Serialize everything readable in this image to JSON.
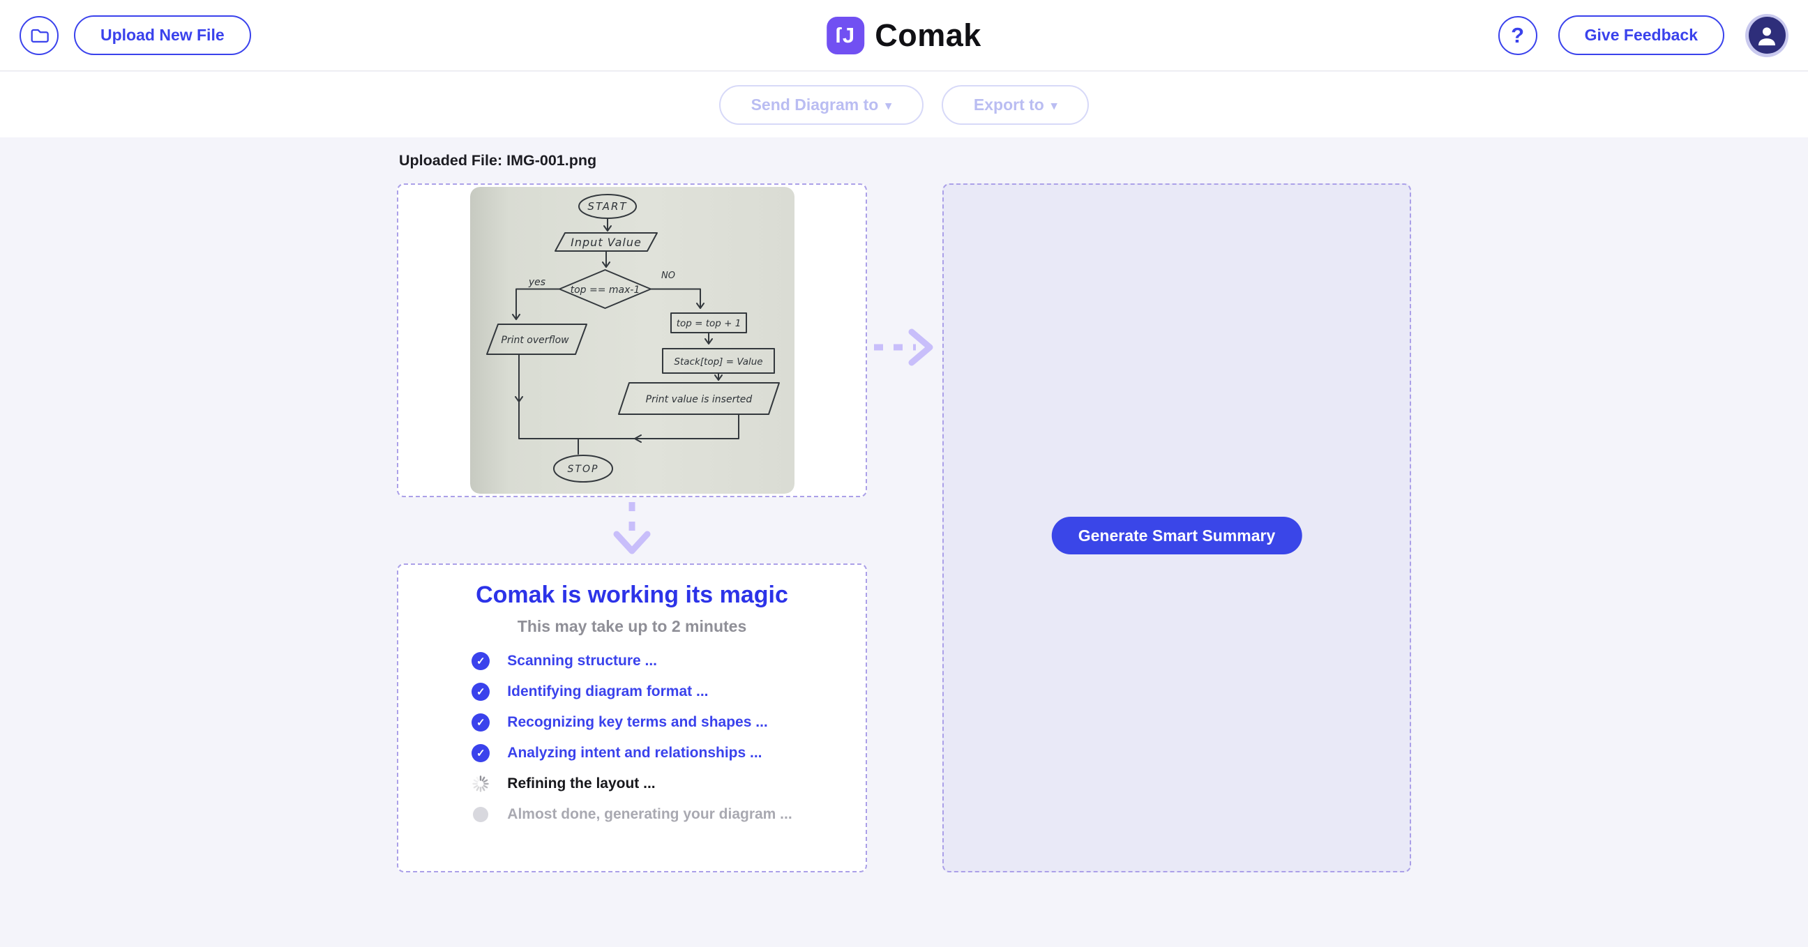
{
  "header": {
    "upload_button": "Upload New File",
    "brand": "Comak",
    "logo_glyph": "ſJ",
    "help_label": "?",
    "feedback_button": "Give Feedback"
  },
  "toolbar": {
    "send_diagram_label": "Send Diagram to",
    "export_label": "Export to",
    "caret": "▾"
  },
  "main": {
    "uploaded_file_label": "Uploaded File: IMG-001.png",
    "summary_button": "Generate Smart Summary",
    "progress": {
      "title": "Comak is working its magic",
      "subtitle": "This may take up to 2 minutes",
      "steps": [
        {
          "label": "Scanning structure ...",
          "state": "done"
        },
        {
          "label": "Identifying diagram format ...",
          "state": "done"
        },
        {
          "label": "Recognizing key terms and shapes ...",
          "state": "done"
        },
        {
          "label": "Analyzing intent and relationships ...",
          "state": "done"
        },
        {
          "label": "Refining the layout ...",
          "state": "active"
        },
        {
          "label": "Almost done, generating your diagram ...",
          "state": "pending"
        }
      ],
      "check_glyph": "✓"
    },
    "uploaded_flowchart": {
      "nodes": {
        "start": "START",
        "input": "Input Value",
        "decision": "top == max-1",
        "yes_branch": "yes",
        "no_branch": "NO",
        "overflow": "Print overflow",
        "increment": "top = top + 1",
        "assign": "Stack[top] = Value",
        "inserted": "Print value is inserted",
        "stop": "STOP"
      }
    }
  },
  "colors": {
    "accent_blue": "#3a42ec",
    "button_blue": "#3a46e8",
    "logo_purple": "#7150f2",
    "heading_blue": "#2c33e8",
    "dashed_border": "#aba0e8",
    "arrow_lavender": "#c8befa",
    "result_panel_bg": "#e9e9f7",
    "page_bg": "#f4f4fa",
    "avatar_navy": "#2e2e7a"
  }
}
